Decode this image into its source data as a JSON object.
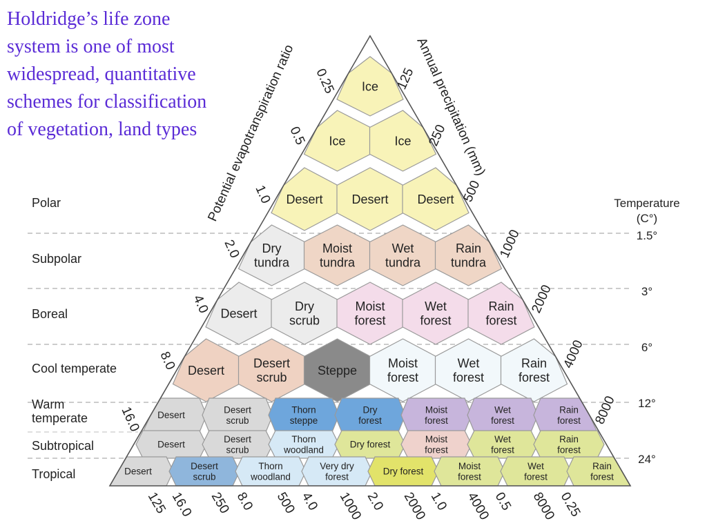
{
  "headline": "Holdridge’s life zone\nsystem is one of most\nwidespread, quantitative\nschemes for classification\nof vegetation, land types",
  "axes": {
    "pet_ratio_title": "Potential evapotranspiration ratio",
    "precip_title": "Annual precipitation (mm)",
    "pet_ticks": [
      "0.25",
      "0.5",
      "1.0",
      "2.0",
      "4.0",
      "8.0",
      "16.0"
    ],
    "precip_ticks": [
      "125",
      "250",
      "500",
      "1000",
      "2000",
      "4000",
      "8000"
    ],
    "bottom_ticks": [
      "125",
      "16.0",
      "250",
      "8.0",
      "500",
      "4.0",
      "1000",
      "2.0",
      "2000",
      "1.0",
      "4000",
      "0.5",
      "8000",
      "0.25"
    ]
  },
  "temperature": {
    "title_line1": "Temperature",
    "title_line2": "(C°)",
    "thresholds": [
      "1.5°",
      "3°",
      "6°",
      "12°",
      "24°"
    ]
  },
  "belts": [
    {
      "lines": [
        "Polar"
      ]
    },
    {
      "lines": [
        "Subpolar"
      ]
    },
    {
      "lines": [
        "Boreal"
      ]
    },
    {
      "lines": [
        "Cool temperate"
      ]
    },
    {
      "lines": [
        "Warm",
        "temperate"
      ]
    },
    {
      "lines": [
        "Subtropical"
      ]
    },
    {
      "lines": [
        "Tropical"
      ]
    }
  ],
  "colors": {
    "ice": "#f8f3b8",
    "tundra": "#efd6c6",
    "dry_tundra": "#ececec",
    "forest_pink": "#f4dcea",
    "desert_peach": "#efd2c2",
    "steppe": "#8a8a8a",
    "cool_wet": "#f2f8fb",
    "warm_gray": "#d9d9d9",
    "warm_blue": "#6ea6dc",
    "warm_purple": "#c7b5dc",
    "light_blue": "#d6e9f6",
    "yellow_green": "#dfe69a",
    "rose": "#efd2cc",
    "tropic_blue": "#8fb6dc",
    "tropic_yellow": "#e2e36a"
  },
  "rows": [
    {
      "cells": [
        {
          "label": [
            "Ice"
          ],
          "color": "ice"
        }
      ]
    },
    {
      "cells": [
        {
          "label": [
            "Ice"
          ],
          "color": "ice"
        },
        {
          "label": [
            "Ice"
          ],
          "color": "ice"
        }
      ]
    },
    {
      "cells": [
        {
          "label": [
            "Desert"
          ],
          "color": "ice"
        },
        {
          "label": [
            "Desert"
          ],
          "color": "ice"
        },
        {
          "label": [
            "Desert"
          ],
          "color": "ice"
        }
      ]
    },
    {
      "cells": [
        {
          "label": [
            "Dry",
            "tundra"
          ],
          "color": "dry_tundra"
        },
        {
          "label": [
            "Moist",
            "tundra"
          ],
          "color": "tundra"
        },
        {
          "label": [
            "Wet",
            "tundra"
          ],
          "color": "tundra"
        },
        {
          "label": [
            "Rain",
            "tundra"
          ],
          "color": "tundra"
        }
      ]
    },
    {
      "cells": [
        {
          "label": [
            "Desert"
          ],
          "color": "dry_tundra"
        },
        {
          "label": [
            "Dry",
            "scrub"
          ],
          "color": "dry_tundra"
        },
        {
          "label": [
            "Moist",
            "forest"
          ],
          "color": "forest_pink"
        },
        {
          "label": [
            "Wet",
            "forest"
          ],
          "color": "forest_pink"
        },
        {
          "label": [
            "Rain",
            "forest"
          ],
          "color": "forest_pink"
        }
      ]
    },
    {
      "cells": [
        {
          "label": [
            "Desert"
          ],
          "color": "desert_peach"
        },
        {
          "label": [
            "Desert",
            "scrub"
          ],
          "color": "desert_peach"
        },
        {
          "label": [
            "Steppe"
          ],
          "color": "steppe"
        },
        {
          "label": [
            "Moist",
            "forest"
          ],
          "color": "cool_wet"
        },
        {
          "label": [
            "Wet",
            "forest"
          ],
          "color": "cool_wet"
        },
        {
          "label": [
            "Rain",
            "forest"
          ],
          "color": "cool_wet"
        }
      ]
    },
    {
      "cells": [
        {
          "label": [
            "Desert"
          ],
          "color": "warm_gray"
        },
        {
          "label": [
            "Desert",
            "scrub"
          ],
          "color": "warm_gray"
        },
        {
          "label": [
            "Thorn",
            "steppe"
          ],
          "color": "warm_blue"
        },
        {
          "label": [
            "Dry",
            "forest"
          ],
          "color": "warm_blue"
        },
        {
          "label": [
            "Moist",
            "forest"
          ],
          "color": "warm_purple"
        },
        {
          "label": [
            "Wet",
            "forest"
          ],
          "color": "warm_purple"
        },
        {
          "label": [
            "Rain",
            "forest"
          ],
          "color": "warm_purple"
        }
      ]
    },
    {
      "cells": [
        {
          "label": [
            "Desert"
          ],
          "color": "warm_gray"
        },
        {
          "label": [
            "Desert",
            "scrub"
          ],
          "color": "warm_gray"
        },
        {
          "label": [
            "Thorn",
            "woodland"
          ],
          "color": "light_blue"
        },
        {
          "label": [
            "Dry forest"
          ],
          "color": "yellow_green"
        },
        {
          "label": [
            "Moist",
            "forest"
          ],
          "color": "rose"
        },
        {
          "label": [
            "Wet",
            "forest"
          ],
          "color": "yellow_green"
        },
        {
          "label": [
            "Rain",
            "forest"
          ],
          "color": "yellow_green"
        }
      ]
    },
    {
      "cells": [
        {
          "label": [
            "Desert"
          ],
          "color": "warm_gray"
        },
        {
          "label": [
            "Desert",
            "scrub"
          ],
          "color": "tropic_blue"
        },
        {
          "label": [
            "Thorn",
            "woodland"
          ],
          "color": "light_blue"
        },
        {
          "label": [
            "Very dry",
            "forest"
          ],
          "color": "light_blue"
        },
        {
          "label": [
            "Dry forest"
          ],
          "color": "tropic_yellow"
        },
        {
          "label": [
            "Moist",
            "forest"
          ],
          "color": "yellow_green"
        },
        {
          "label": [
            "Wet",
            "forest"
          ],
          "color": "yellow_green"
        },
        {
          "label": [
            "Rain",
            "forest"
          ],
          "color": "yellow_green"
        }
      ]
    }
  ]
}
